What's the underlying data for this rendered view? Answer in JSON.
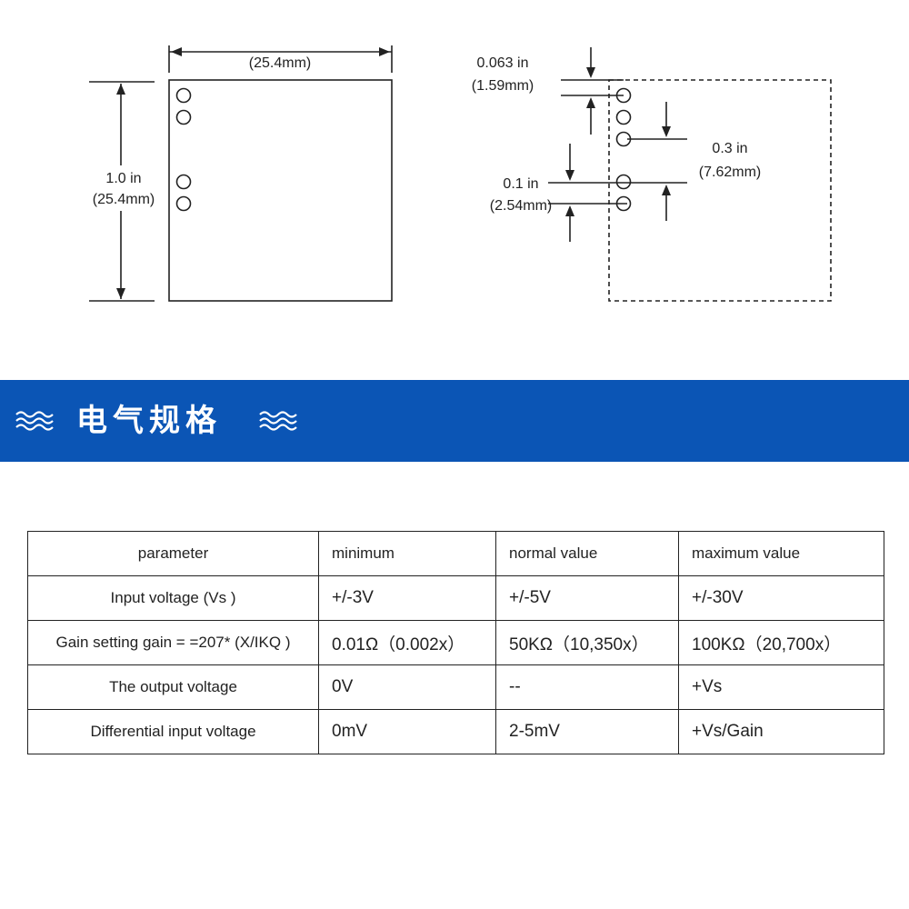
{
  "dimension_drawing": {
    "top_width_label": "(25.4mm)",
    "height_label_in": "1.0 in",
    "height_label_mm": "(25.4mm)",
    "edge_offset_in": "0.063 in",
    "edge_offset_mm": "(1.59mm)",
    "pin_pitch_in": "0.1 in",
    "pin_pitch_mm": "(2.54mm)",
    "group_spacing_in": "0.3 in",
    "group_spacing_mm": "(7.62mm)"
  },
  "banner": {
    "title": "电气规格",
    "color": "#0b55b5"
  },
  "spec_table": {
    "headers": [
      "parameter",
      "minimum",
      "normal value",
      "maximum value"
    ],
    "rows": [
      [
        "Input voltage (Vs )",
        "+/-3V",
        "+/-5V",
        "+/-30V"
      ],
      [
        "Gain setting gain = =207* (X/IKQ )",
        "0.01Ω（0.002x）",
        "50KΩ（10,350x）",
        "100KΩ（20,700x）"
      ],
      [
        "The output voltage",
        "0V",
        "--",
        "+Vs"
      ],
      [
        "Differential input voltage",
        "0mV",
        "2-5mV",
        "+Vs/Gain"
      ]
    ]
  }
}
